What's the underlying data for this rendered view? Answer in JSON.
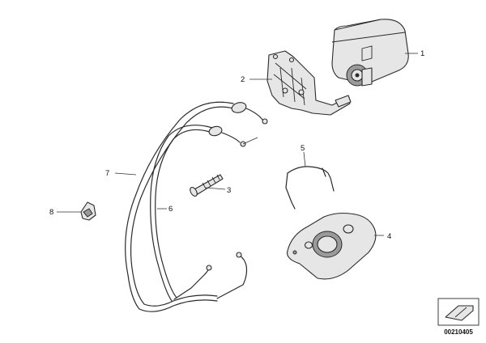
{
  "diagram": {
    "reference_number": "00210405",
    "callouts": [
      {
        "id": "c1",
        "text": "1"
      },
      {
        "id": "c2",
        "text": "2"
      },
      {
        "id": "c3",
        "text": "3"
      },
      {
        "id": "c4",
        "text": "4"
      },
      {
        "id": "c5",
        "text": "5"
      },
      {
        "id": "c6",
        "text": "6"
      },
      {
        "id": "c7",
        "text": "7"
      },
      {
        "id": "c8",
        "text": "8"
      }
    ]
  }
}
